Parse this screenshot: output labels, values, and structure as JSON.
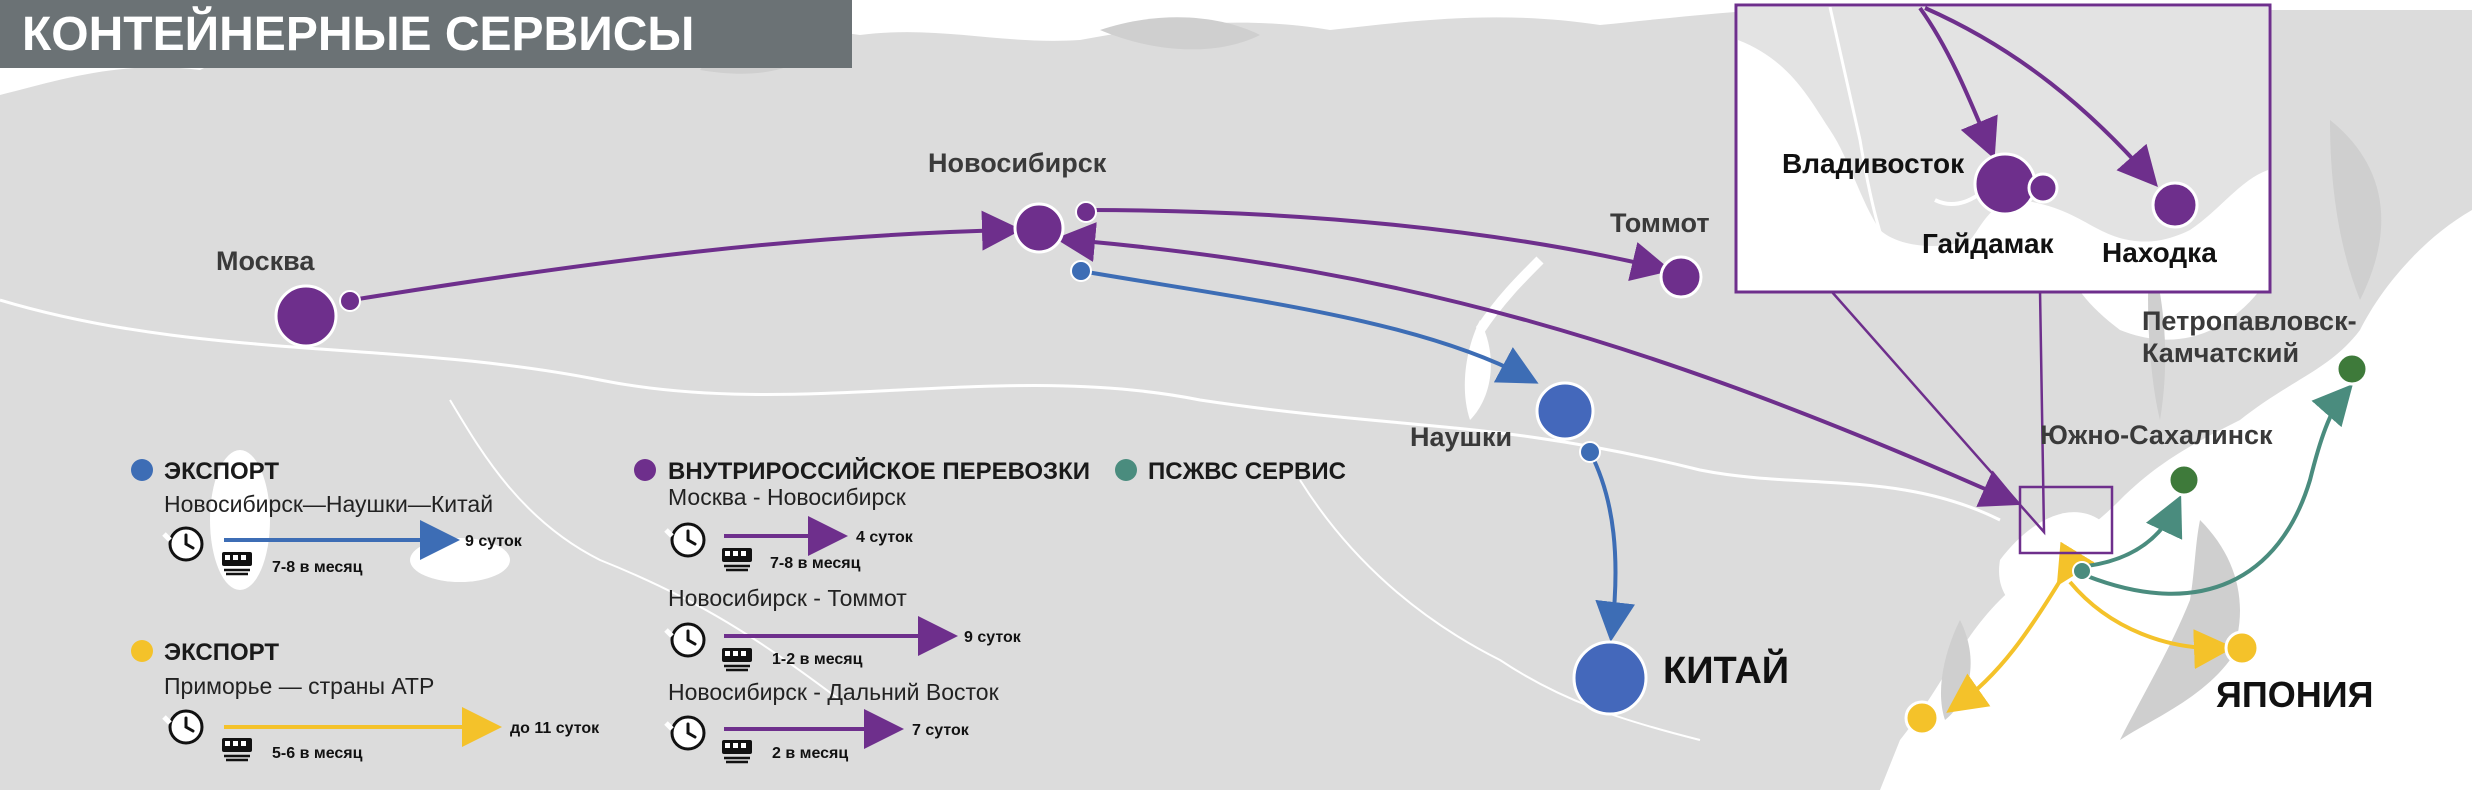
{
  "title": "КОНТЕЙНЕРНЫЕ СЕРВИСЫ",
  "colors": {
    "export_blue": "#3d6db5",
    "domestic_purple": "#6e2f8c",
    "pszhvs_teal": "#4a8c7e",
    "export_yellow": "#f4c22a",
    "far_east_green": "#3e7a3a",
    "land": "#dcdcdc",
    "land_dark": "#cfcfcf",
    "sea": "#ffffff",
    "header_bg": "#6b7275"
  },
  "cities": {
    "moscow": "Москва",
    "novosibirsk": "Новосибирск",
    "tommot": "Томмот",
    "naushki": "Наушки",
    "china": "КИТАЙ",
    "japan": "ЯПОНИЯ",
    "yuzhno": "Южно-Сахалинск",
    "petropavlovsk_1": "Петропавловск-",
    "petropavlovsk_2": "Камчатский",
    "vladivostok": "Владивосток",
    "gaydamak": "Гайдамак",
    "nakhodka": "Находка"
  },
  "legend": {
    "export_china": {
      "title": "ЭКСПОРТ",
      "route": "Новосибирск—Наушки—Китай",
      "frequency": "7-8 в месяц",
      "duration": "9 суток"
    },
    "export_apr": {
      "title": "ЭКСПОРТ",
      "route": "Приморье — страны АТР",
      "frequency": "5-6 в месяц",
      "duration": "до 11 суток"
    },
    "domestic": {
      "title": "ВНУТРИРОССИЙСКОЕ ПЕРЕВОЗКИ",
      "routes": [
        {
          "route": "Москва - Новосибирск",
          "frequency": "7-8 в месяц",
          "duration": "4 суток"
        },
        {
          "route": "Новосибирск - Томмот",
          "frequency": "1-2 в месяц",
          "duration": "9 суток"
        },
        {
          "route": "Новосибирск - Дальний Восток",
          "frequency": "2 в месяц",
          "duration": "7 суток"
        }
      ]
    },
    "pszhvs": {
      "title": "ПСЖВС СЕРВИС"
    }
  },
  "icons": [
    "clock-icon",
    "train-icon",
    "legend-dot-icon",
    "route-arrow-icon"
  ]
}
